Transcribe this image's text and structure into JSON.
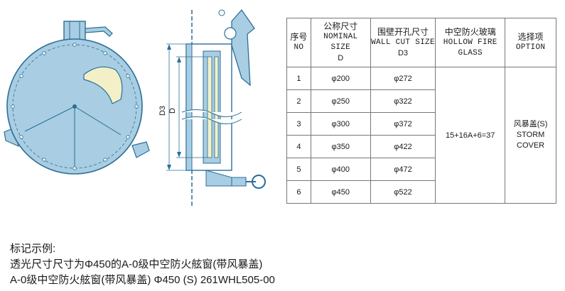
{
  "table": {
    "headers": [
      {
        "cn": "序号",
        "en": "NO",
        "sym": ""
      },
      {
        "cn": "公称尺寸",
        "en": "NOMINAL SIZE",
        "sym": "D"
      },
      {
        "cn": "围壁开孔尺寸",
        "en": "WALL CUT SIZE",
        "sym": "D3"
      },
      {
        "cn": "中空防火玻璃",
        "en": "HOLLOW FIRE GLASS",
        "sym": ""
      },
      {
        "cn": "选择项",
        "en": "OPTION",
        "sym": ""
      }
    ],
    "rows": [
      {
        "no": "1",
        "nominal": "φ200",
        "wall": "φ272"
      },
      {
        "no": "2",
        "nominal": "φ250",
        "wall": "φ322"
      },
      {
        "no": "3",
        "nominal": "φ300",
        "wall": "φ372"
      },
      {
        "no": "4",
        "nominal": "φ350",
        "wall": "φ422"
      },
      {
        "no": "5",
        "nominal": "φ400",
        "wall": "φ472"
      },
      {
        "no": "6",
        "nominal": "φ450",
        "wall": "φ522"
      }
    ],
    "glass": "15+16A+6=37",
    "option_cn": "风暴盖(S)",
    "option_en": "STORM COVER"
  },
  "drawing": {
    "dim_d3": "D3",
    "dim_d": "D"
  },
  "example": {
    "title": "标记示例:",
    "line1": "透光尺寸尺寸为Φ450的A-0级中空防火舷窗(带风暴盖)",
    "line2": "A-0级中空防火舷窗(带风暴盖) Φ450 (S) 261WHL505-00"
  },
  "colors": {
    "steel_blue": "#a9cde2",
    "outline": "#2a6f97",
    "glass": "#f3f0c8"
  }
}
